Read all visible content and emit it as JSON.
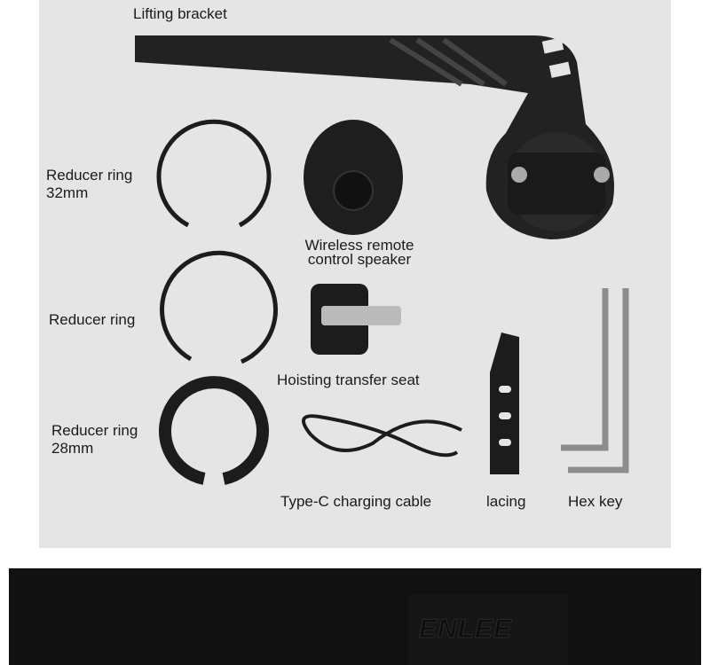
{
  "labels": {
    "lifting_bracket": "Lifting bracket",
    "reducer_32_line1": "Reducer ring",
    "reducer_32_line2": "32mm",
    "remote_line1": "Wireless remote",
    "remote_line2": "control speaker",
    "reducer_ring": "Reducer ring",
    "hoisting_seat": "Hoisting transfer seat",
    "reducer_28_line1": "Reducer ring",
    "reducer_28_line2": "28mm",
    "cable": "Type-C charging cable",
    "lacing": "lacing",
    "hex_key": "Hex key"
  },
  "banner": {
    "logo_text": "ENLEE"
  },
  "colors": {
    "panel": "#e6e5e5",
    "part": "#1c1c1c",
    "dark_banner": "#111111"
  }
}
